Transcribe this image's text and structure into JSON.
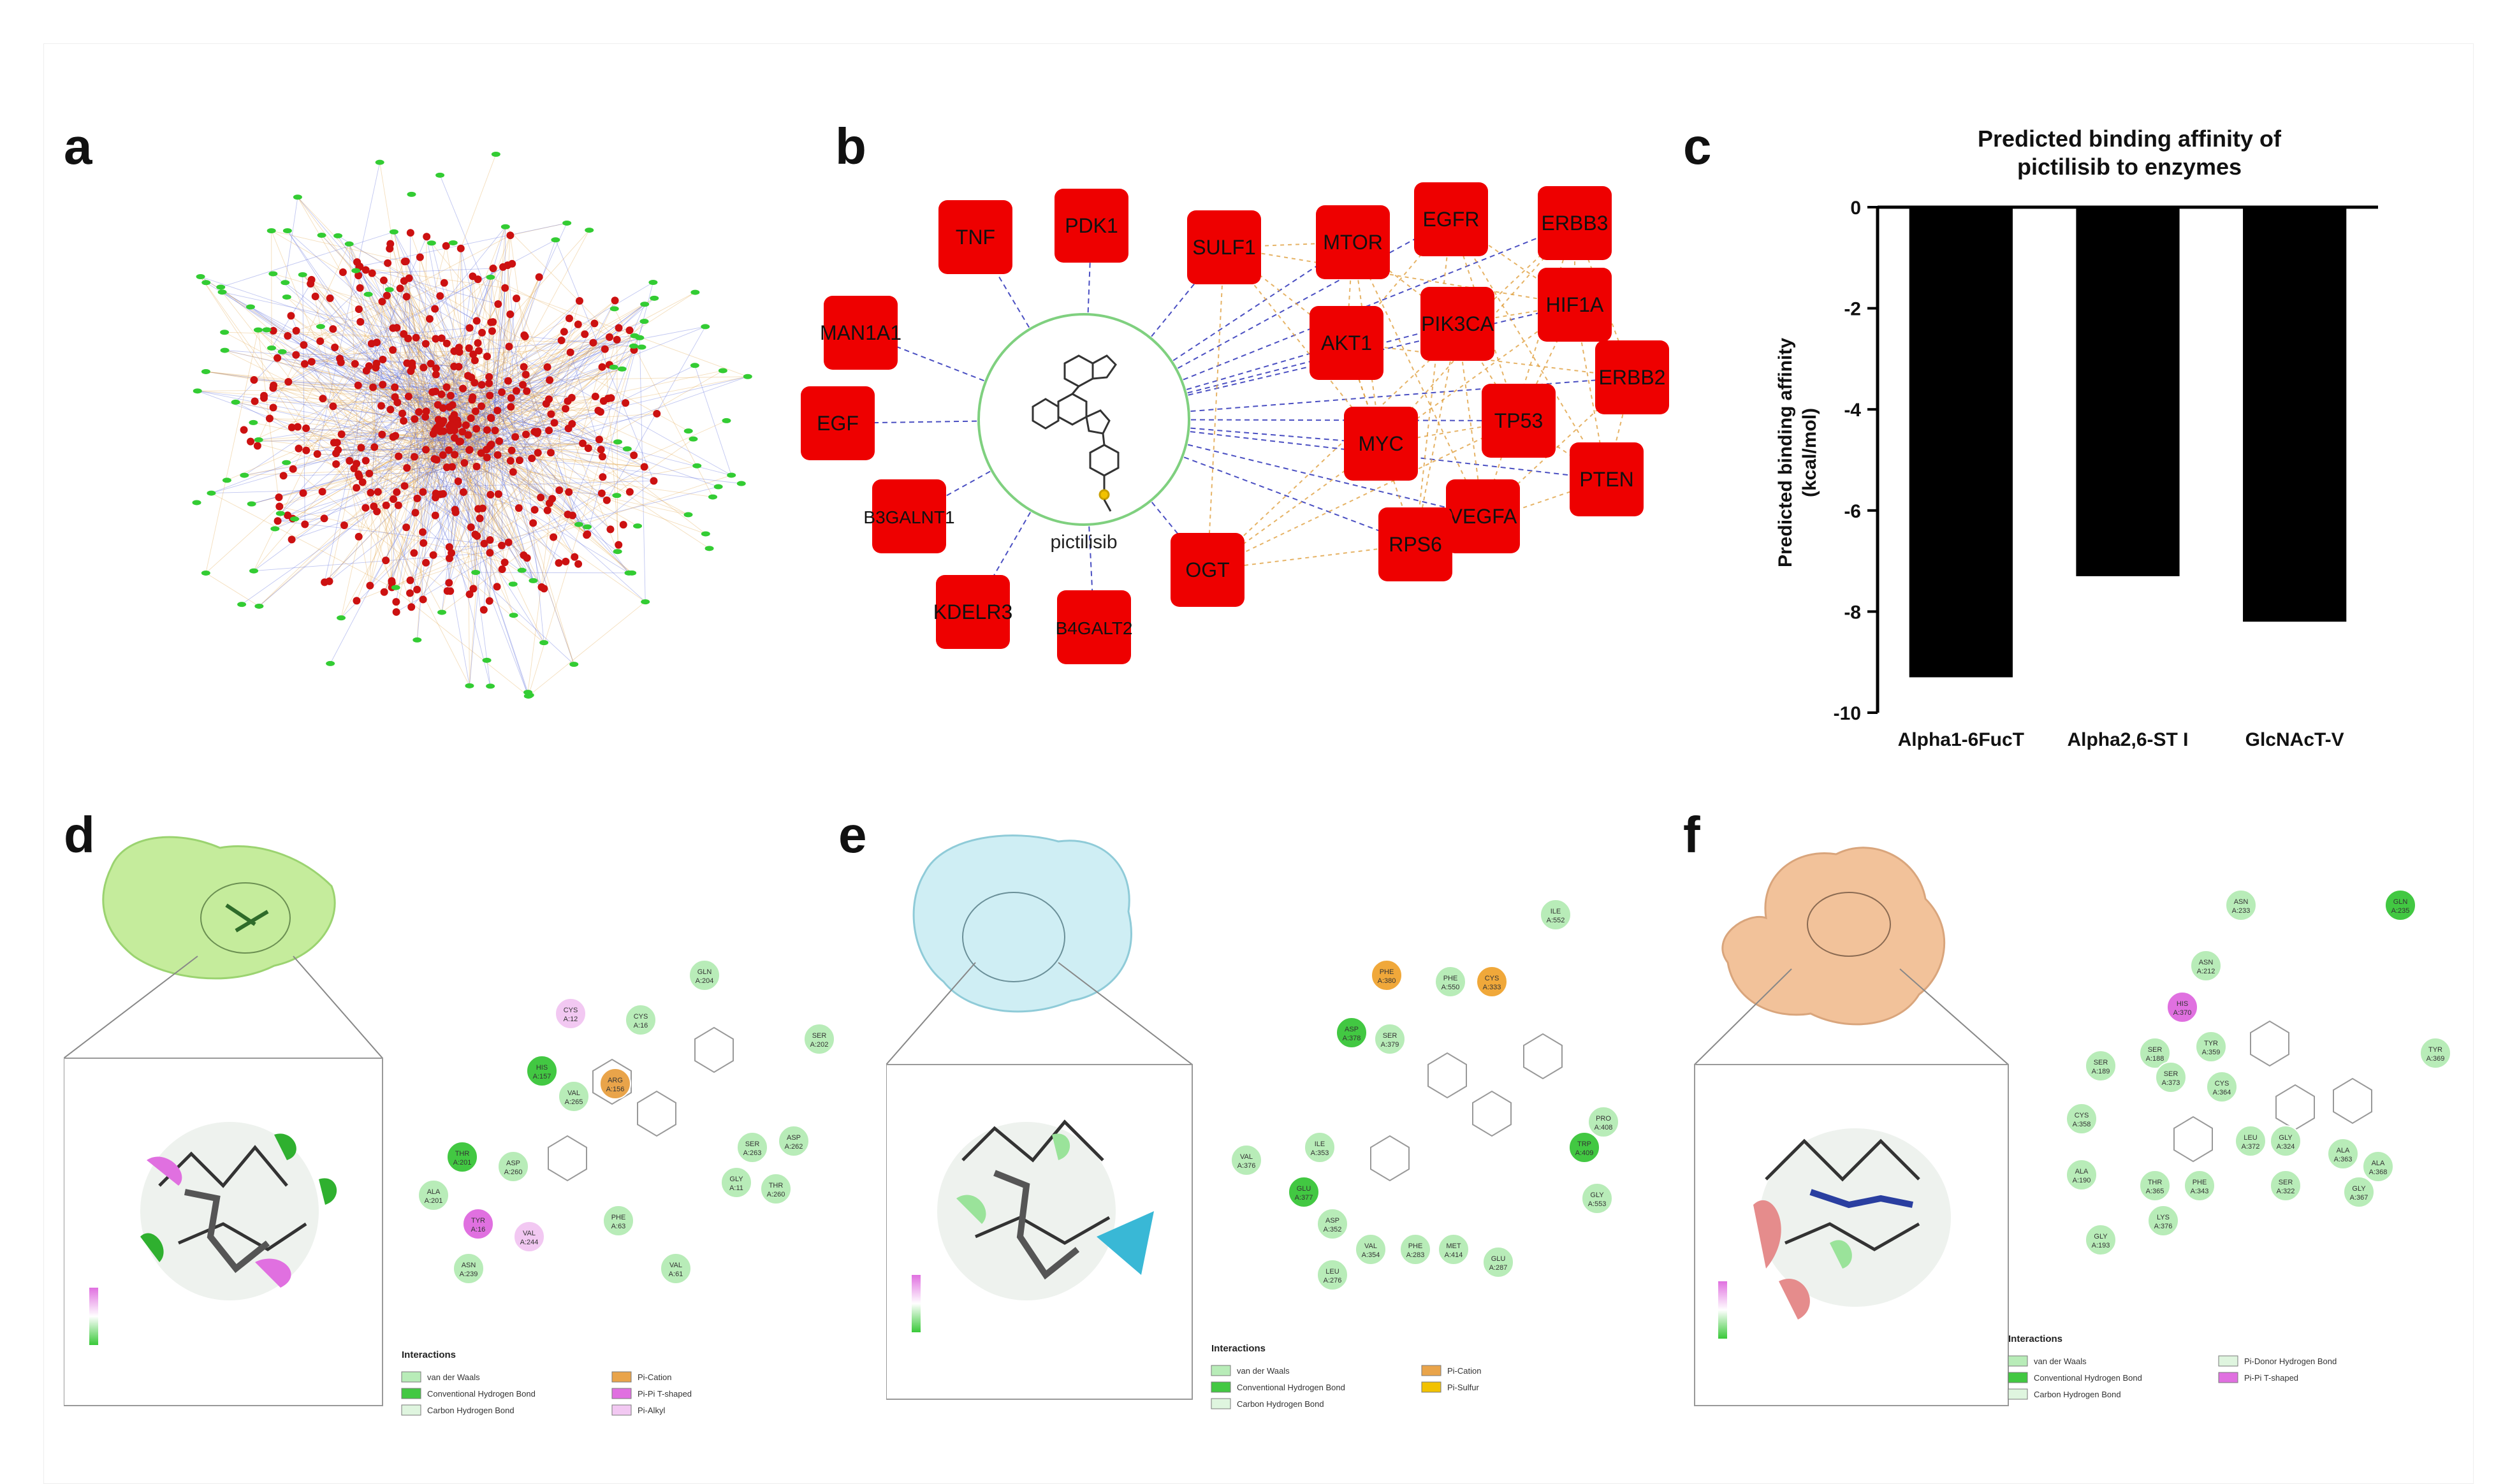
{
  "panels": {
    "a": {
      "label": "a"
    },
    "b": {
      "label": "b",
      "center_label": "pictilisib",
      "nodes": [
        "TNF",
        "PDK1",
        "SULF1",
        "MTOR",
        "EGFR",
        "ERBB3",
        "MAN1A1",
        "HIF1A",
        "AKT1",
        "PIK3CA",
        "ERBB2",
        "EGF",
        "TP53",
        "MYC",
        "PTEN",
        "B3GALNT1",
        "VEGFA",
        "RPS6",
        "OGT",
        "KDELR3",
        "B4GALT2"
      ]
    },
    "c": {
      "label": "c"
    },
    "d": {
      "label": "d",
      "legend_title": "Interactions",
      "legend": [
        "van der Waals",
        "Conventional Hydrogen Bond",
        "Carbon Hydrogen Bond",
        "Pi-Cation",
        "Pi-Pi T-shaped",
        "Pi-Alkyl"
      ],
      "residues": [
        "GLN A:204",
        "CYS A:12",
        "CYS A:16",
        "SER A:202",
        "HIS A:157",
        "VAL A:265",
        "ARG A:156",
        "ASP A:262",
        "SER A:263",
        "THR A:201",
        "ASP A:260",
        "GLY A:11",
        "THR A:260",
        "ALA A:201",
        "TYR A:16",
        "VAL A:244",
        "PHE A:63",
        "ASN A:239",
        "VAL A:61"
      ]
    },
    "e": {
      "label": "e",
      "legend_title": "Interactions",
      "legend": [
        "van der Waals",
        "Conventional Hydrogen Bond",
        "Carbon Hydrogen Bond",
        "Pi-Cation",
        "Pi-Sulfur"
      ],
      "residues": [
        "ILE A:552",
        "PHE A:380",
        "PHE A:550",
        "CYS A:333",
        "ASP A:378",
        "SER A:379",
        "VAL A:376",
        "ILE A:353",
        "GLU A:377",
        "PRO A:408",
        "TRP A:409",
        "GLY A:553",
        "ASP A:352",
        "VAL A:354",
        "PHE A:283",
        "MET A:414",
        "GLU A:287",
        "LEU A:276"
      ]
    },
    "f": {
      "label": "f",
      "legend_title": "Interactions",
      "legend": [
        "van der Waals",
        "Conventional Hydrogen Bond",
        "Carbon Hydrogen Bond",
        "Pi-Donor Hydrogen Bond",
        "Pi-Pi T-shaped"
      ],
      "residues": [
        "ASN A:233",
        "GLN A:235",
        "ASN A:212",
        "HIS A:370",
        "TYR A:369",
        "SER A:188",
        "SER A:189",
        "SER A:373",
        "TYR A:359",
        "CYS A:364",
        "CYS A:358",
        "ALA A:190",
        "THR A:365",
        "PHE A:343",
        "LEU A:372",
        "GLY A:324",
        "SER A:322",
        "GLY A:367",
        "ALA A:363",
        "ALA A:368",
        "GLY A:193",
        "LYS A:376"
      ]
    }
  },
  "chart_data": {
    "type": "bar",
    "title": "Predicted binding affinity of pictilisib to enzymes",
    "ylabel": "Predicted binding affinity (kcal/mol)",
    "categories": [
      "Alpha1-6FucT",
      "Alpha2,6-ST I",
      "GlcNAcT-V"
    ],
    "values": [
      -9.3,
      -7.3,
      -8.2
    ],
    "ylim": [
      -10,
      0
    ],
    "yticks": [
      0,
      -2,
      -4,
      -6,
      -8,
      -10
    ],
    "bar_color": "#000000"
  },
  "colors": {
    "node_red": "#ee0000",
    "node_green": "#33cc33",
    "edge_blue": "#4a5bd6",
    "edge_orange": "#e0a040"
  }
}
